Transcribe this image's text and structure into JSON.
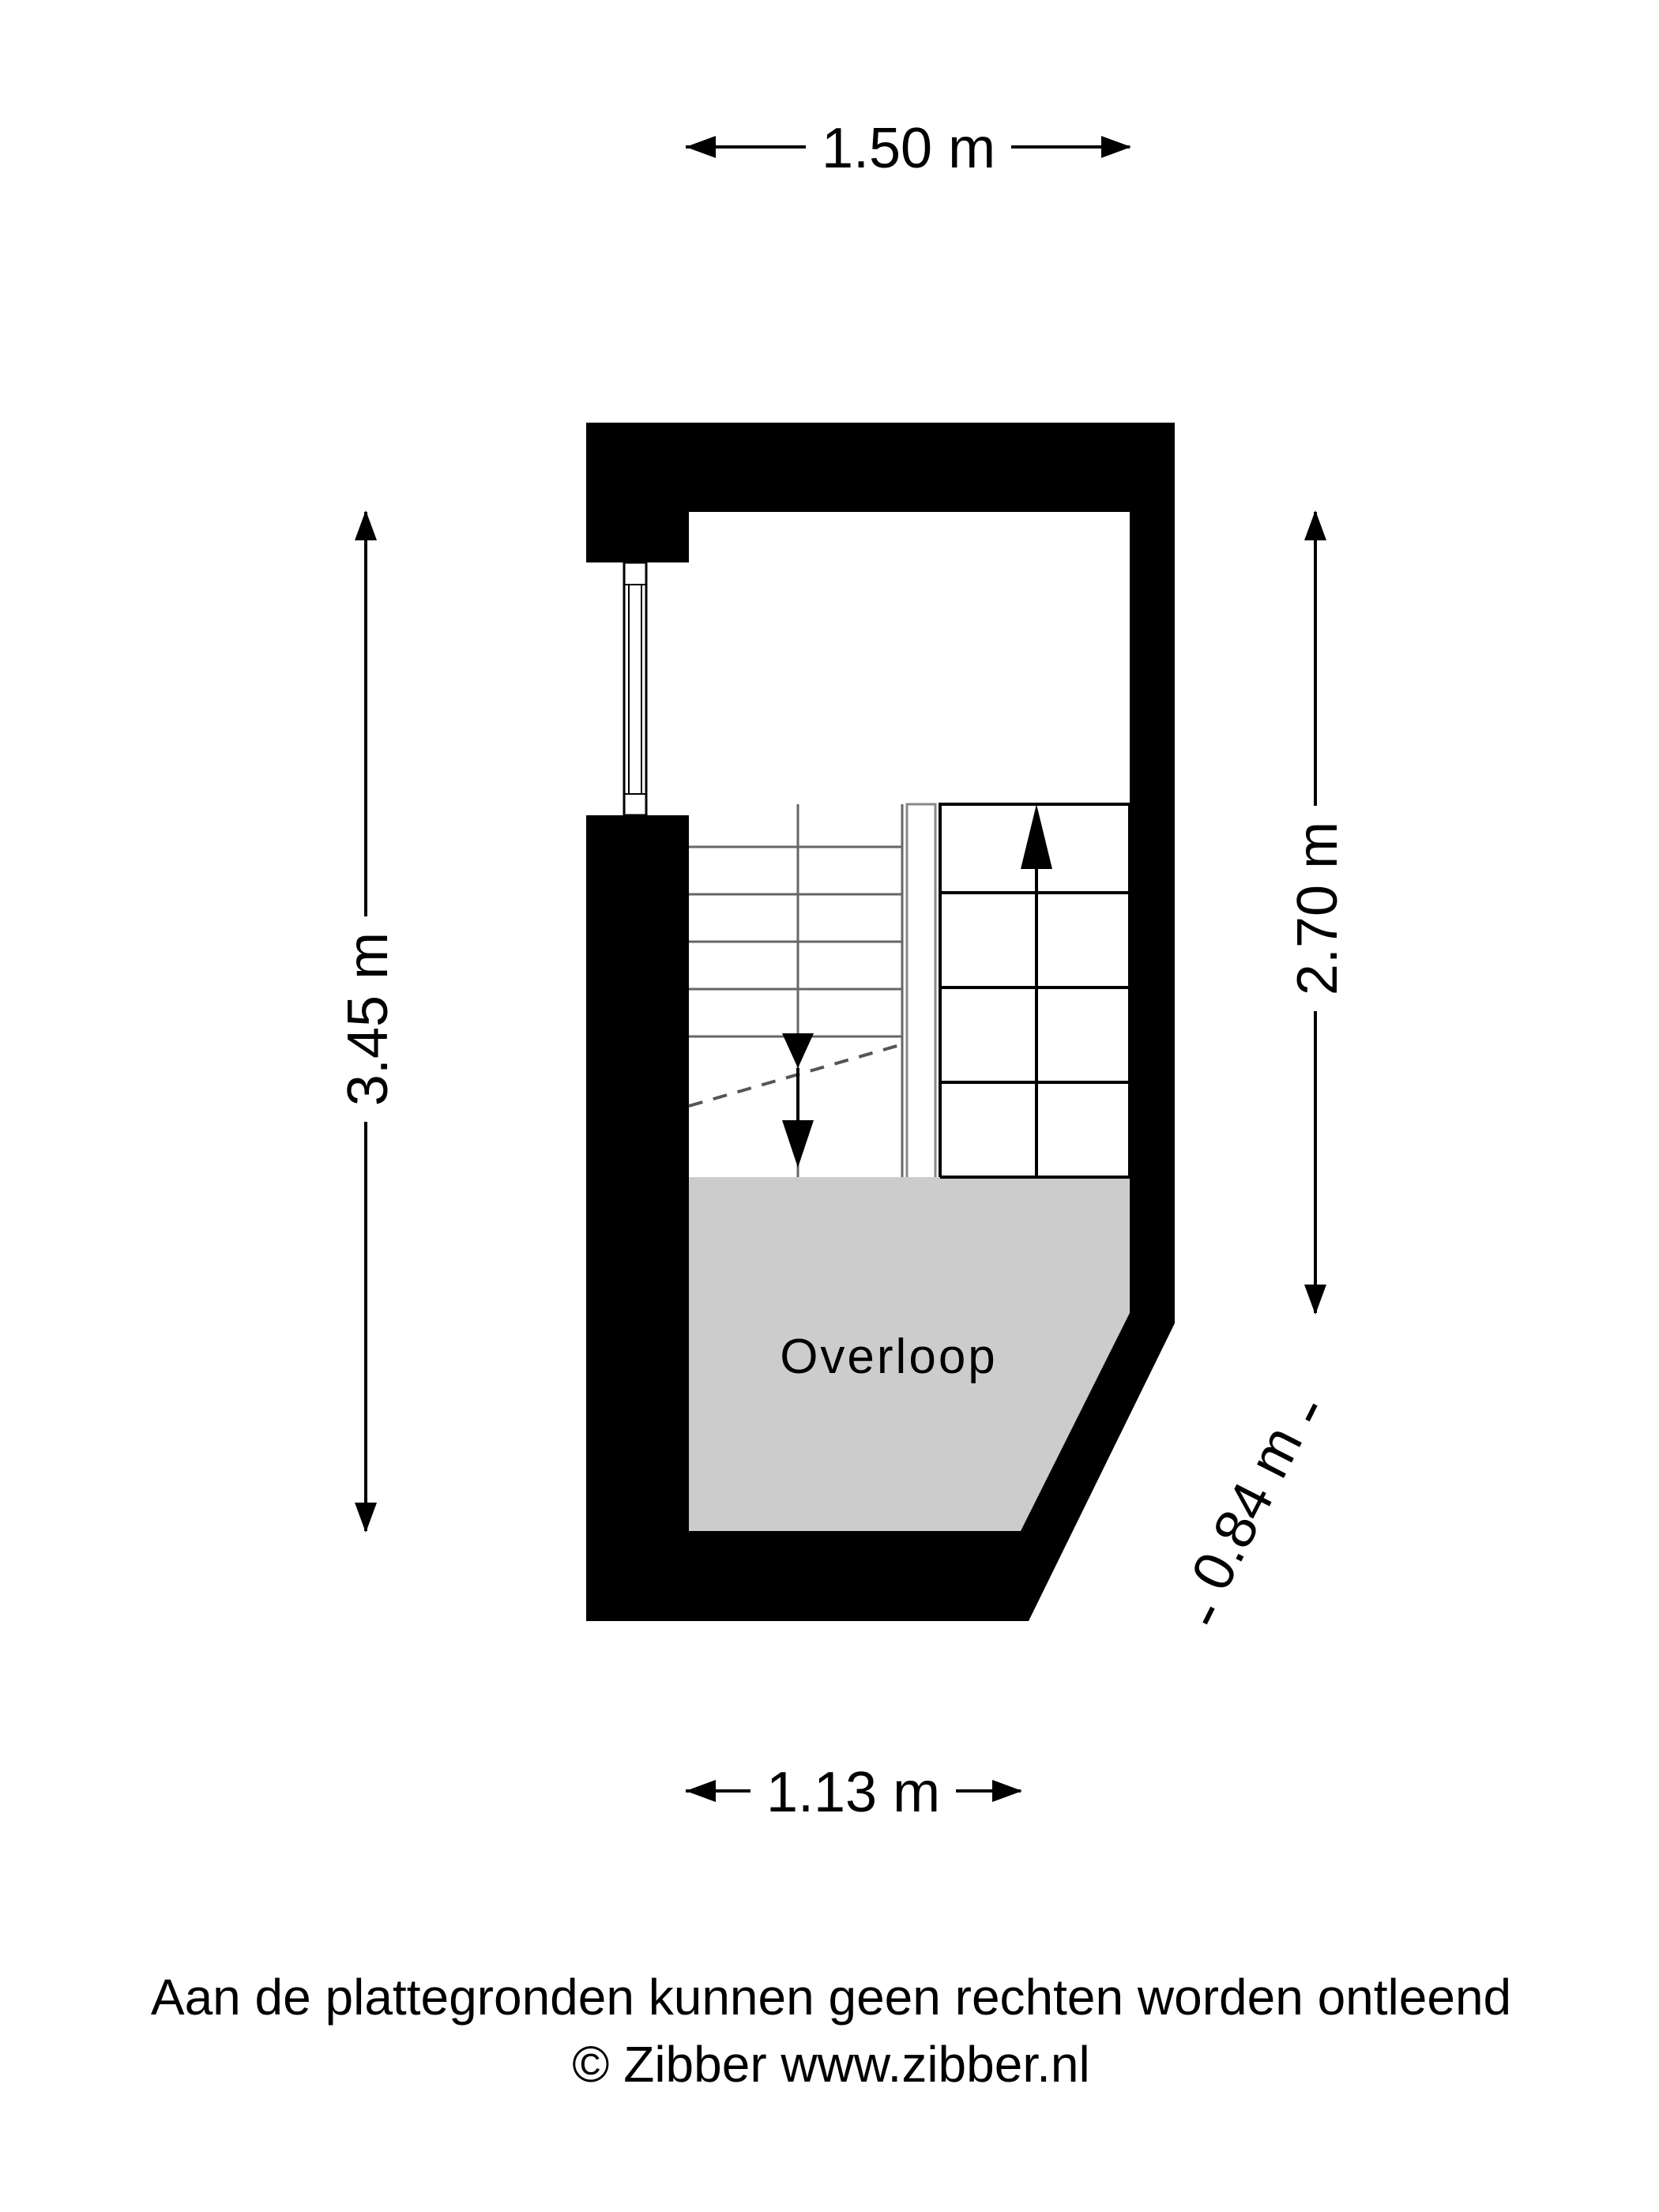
{
  "dimensions": {
    "top_width": "1.50 m",
    "bottom_width": "1.13 m",
    "left_height": "3.45 m",
    "right_height": "2.70 m",
    "diagonal": "0.84 m"
  },
  "room": {
    "name": "Overloop"
  },
  "footer": {
    "disclaimer": "Aan de plattegronden kunnen geen rechten worden ontleend",
    "copyright": "© Zibber www.zibber.nl"
  },
  "colors": {
    "wall": "#000000",
    "room_fill": "#cccccc",
    "background": "#ffffff"
  }
}
